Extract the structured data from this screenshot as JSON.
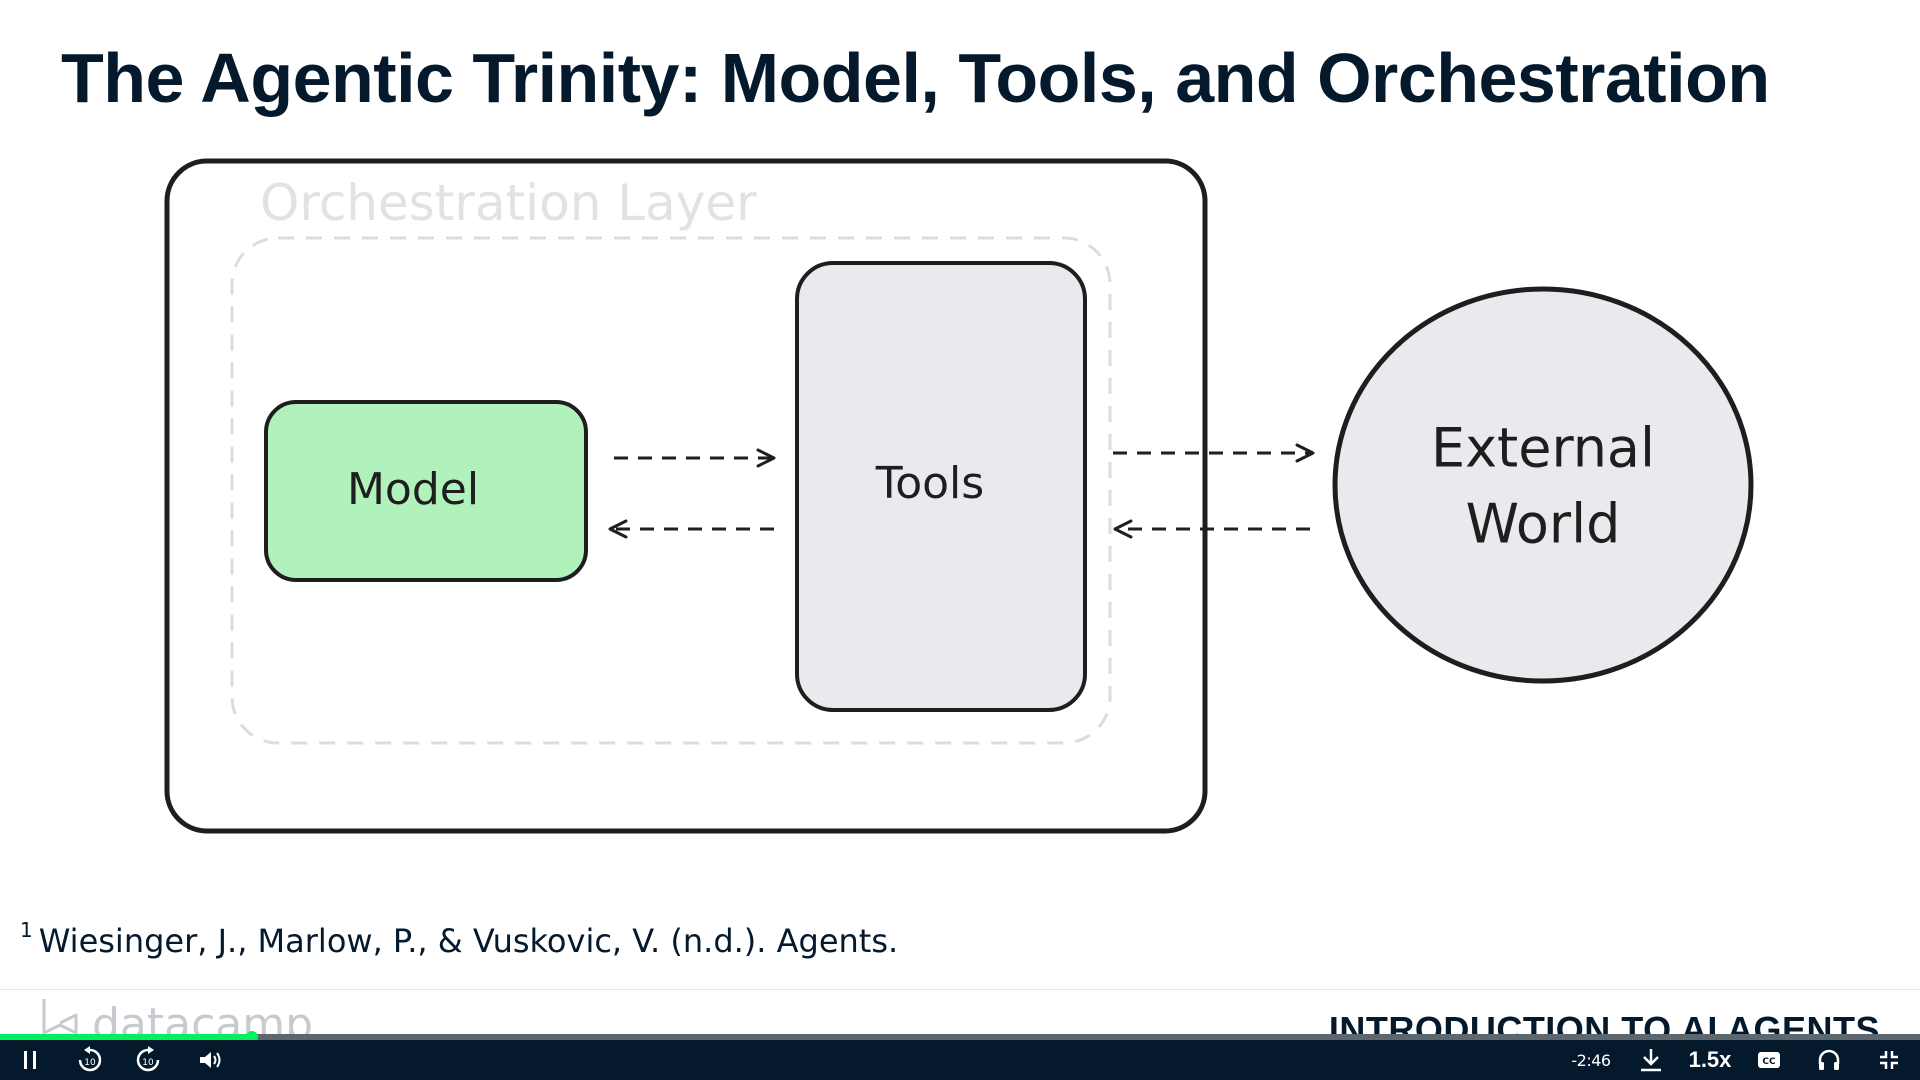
{
  "slide": {
    "title": "The Agentic Trinity: Model, Tools, and Orchestration"
  },
  "diagram": {
    "orchestration_label": "Orchestration Layer",
    "model_label": "Model",
    "tools_label": "Tools",
    "external_line1": "External",
    "external_line2": "World",
    "colors": {
      "model_fill": "#b1f2bc",
      "tools_fill": "#e8eaed",
      "world_fill": "#e8eaed",
      "stroke": "#1e1e1e",
      "orchestration_dashed": "#dcdcdc"
    }
  },
  "footnote": {
    "number": "1",
    "text": "Wiesinger, J., Marlow, P., & Vuskovic, V. (n.d.). Agents."
  },
  "footer": {
    "brand": "datacamp",
    "course": "INTRODUCTION TO AI AGENTS"
  },
  "player": {
    "progress_fraction": 0.131,
    "time_remaining": "-2:46",
    "speed": "1.5x",
    "colors": {
      "bar": "#05192d",
      "progress": "#03ef62"
    },
    "icons": [
      "pause-icon",
      "rewind-10-icon",
      "forward-10-icon",
      "volume-icon",
      "download-icon",
      "captions-icon",
      "headphones-icon",
      "exit-fullscreen-icon"
    ]
  }
}
